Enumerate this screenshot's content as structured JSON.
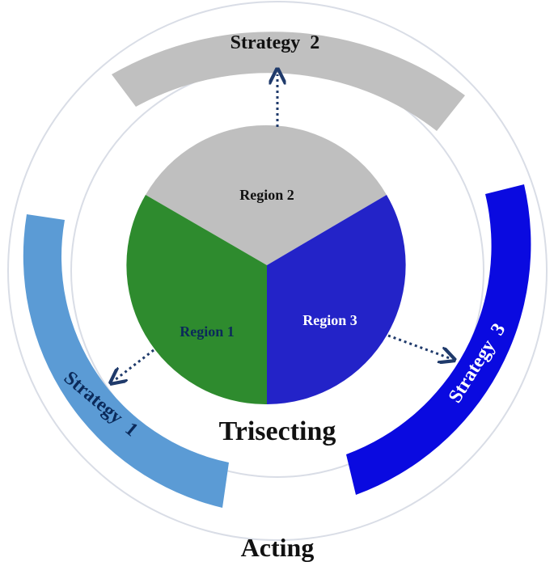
{
  "diagram": {
    "outer_label": "Acting",
    "inner_label": "Trisecting",
    "regions": [
      {
        "id": "region-1",
        "label": "Region 1",
        "color": "#2e8b2e",
        "label_color": "#0b2a5a"
      },
      {
        "id": "region-2",
        "label": "Region 2",
        "color": "#bfbfbf",
        "label_color": "#111111"
      },
      {
        "id": "region-3",
        "label": "Region 3",
        "color": "#2323c8",
        "label_color": "#ffffff"
      }
    ],
    "strategies": [
      {
        "id": "strategy-1",
        "label": "Strategy  1",
        "color": "#5b9bd5",
        "label_color": "#0b2a5a"
      },
      {
        "id": "strategy-2",
        "label": "Strategy  2",
        "color": "#c0c0c0",
        "label_color": "#111111"
      },
      {
        "id": "strategy-3",
        "label": "Strategy  3",
        "color": "#0a0ae0",
        "label_color": "#ffffff"
      }
    ],
    "ring_color": "#d9dde6",
    "arrow_color": "#1f3a6b"
  }
}
